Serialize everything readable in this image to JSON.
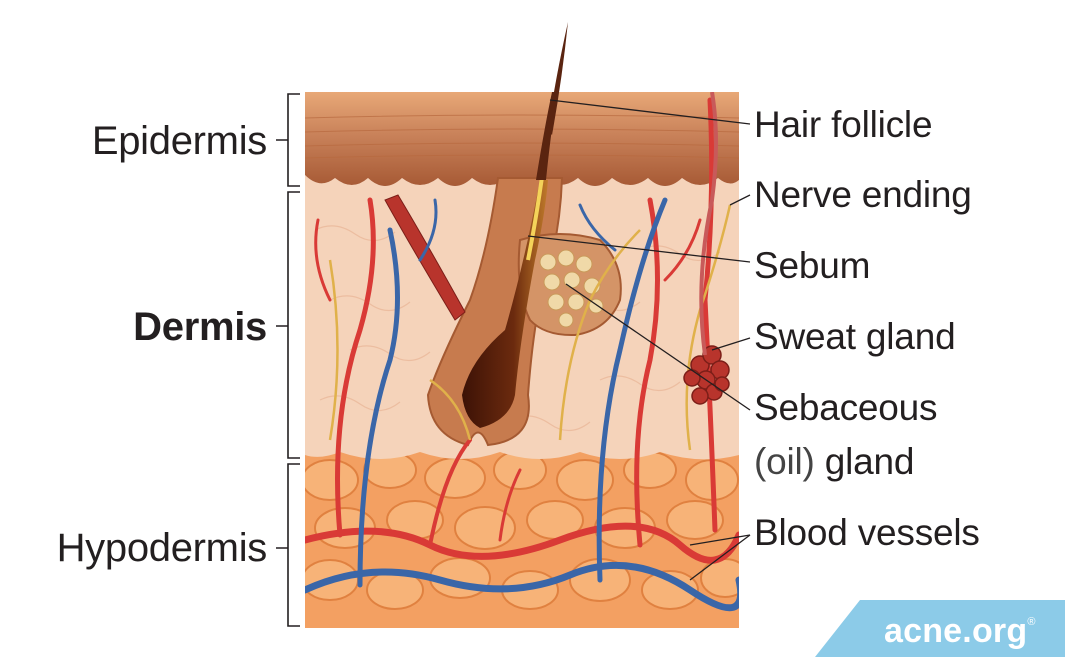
{
  "layers": [
    {
      "label": "Epidermis"
    },
    {
      "label": "Dermis"
    },
    {
      "label": "Hypodermis"
    }
  ],
  "parts": {
    "hair_follicle": "Hair follicle",
    "nerve_ending": "Nerve ending",
    "sebum": "Sebum",
    "sweat_gland": "Sweat gland",
    "sebaceous_line1": "Sebaceous",
    "sebaceous_oil": "(oil)",
    "sebaceous_gland": "gland",
    "blood_vessels": "Blood vessels"
  },
  "brand": {
    "name": "acne.org",
    "mark": "®",
    "color": "#8ccbe8"
  },
  "colors": {
    "epidermis": "#c9825a",
    "dermis": "#f5d3ba",
    "hypodermis": "#f3a062",
    "artery": "#d93a36",
    "vein": "#3a66a8",
    "hair": "#5a2410",
    "nerve": "#e0b14a"
  }
}
